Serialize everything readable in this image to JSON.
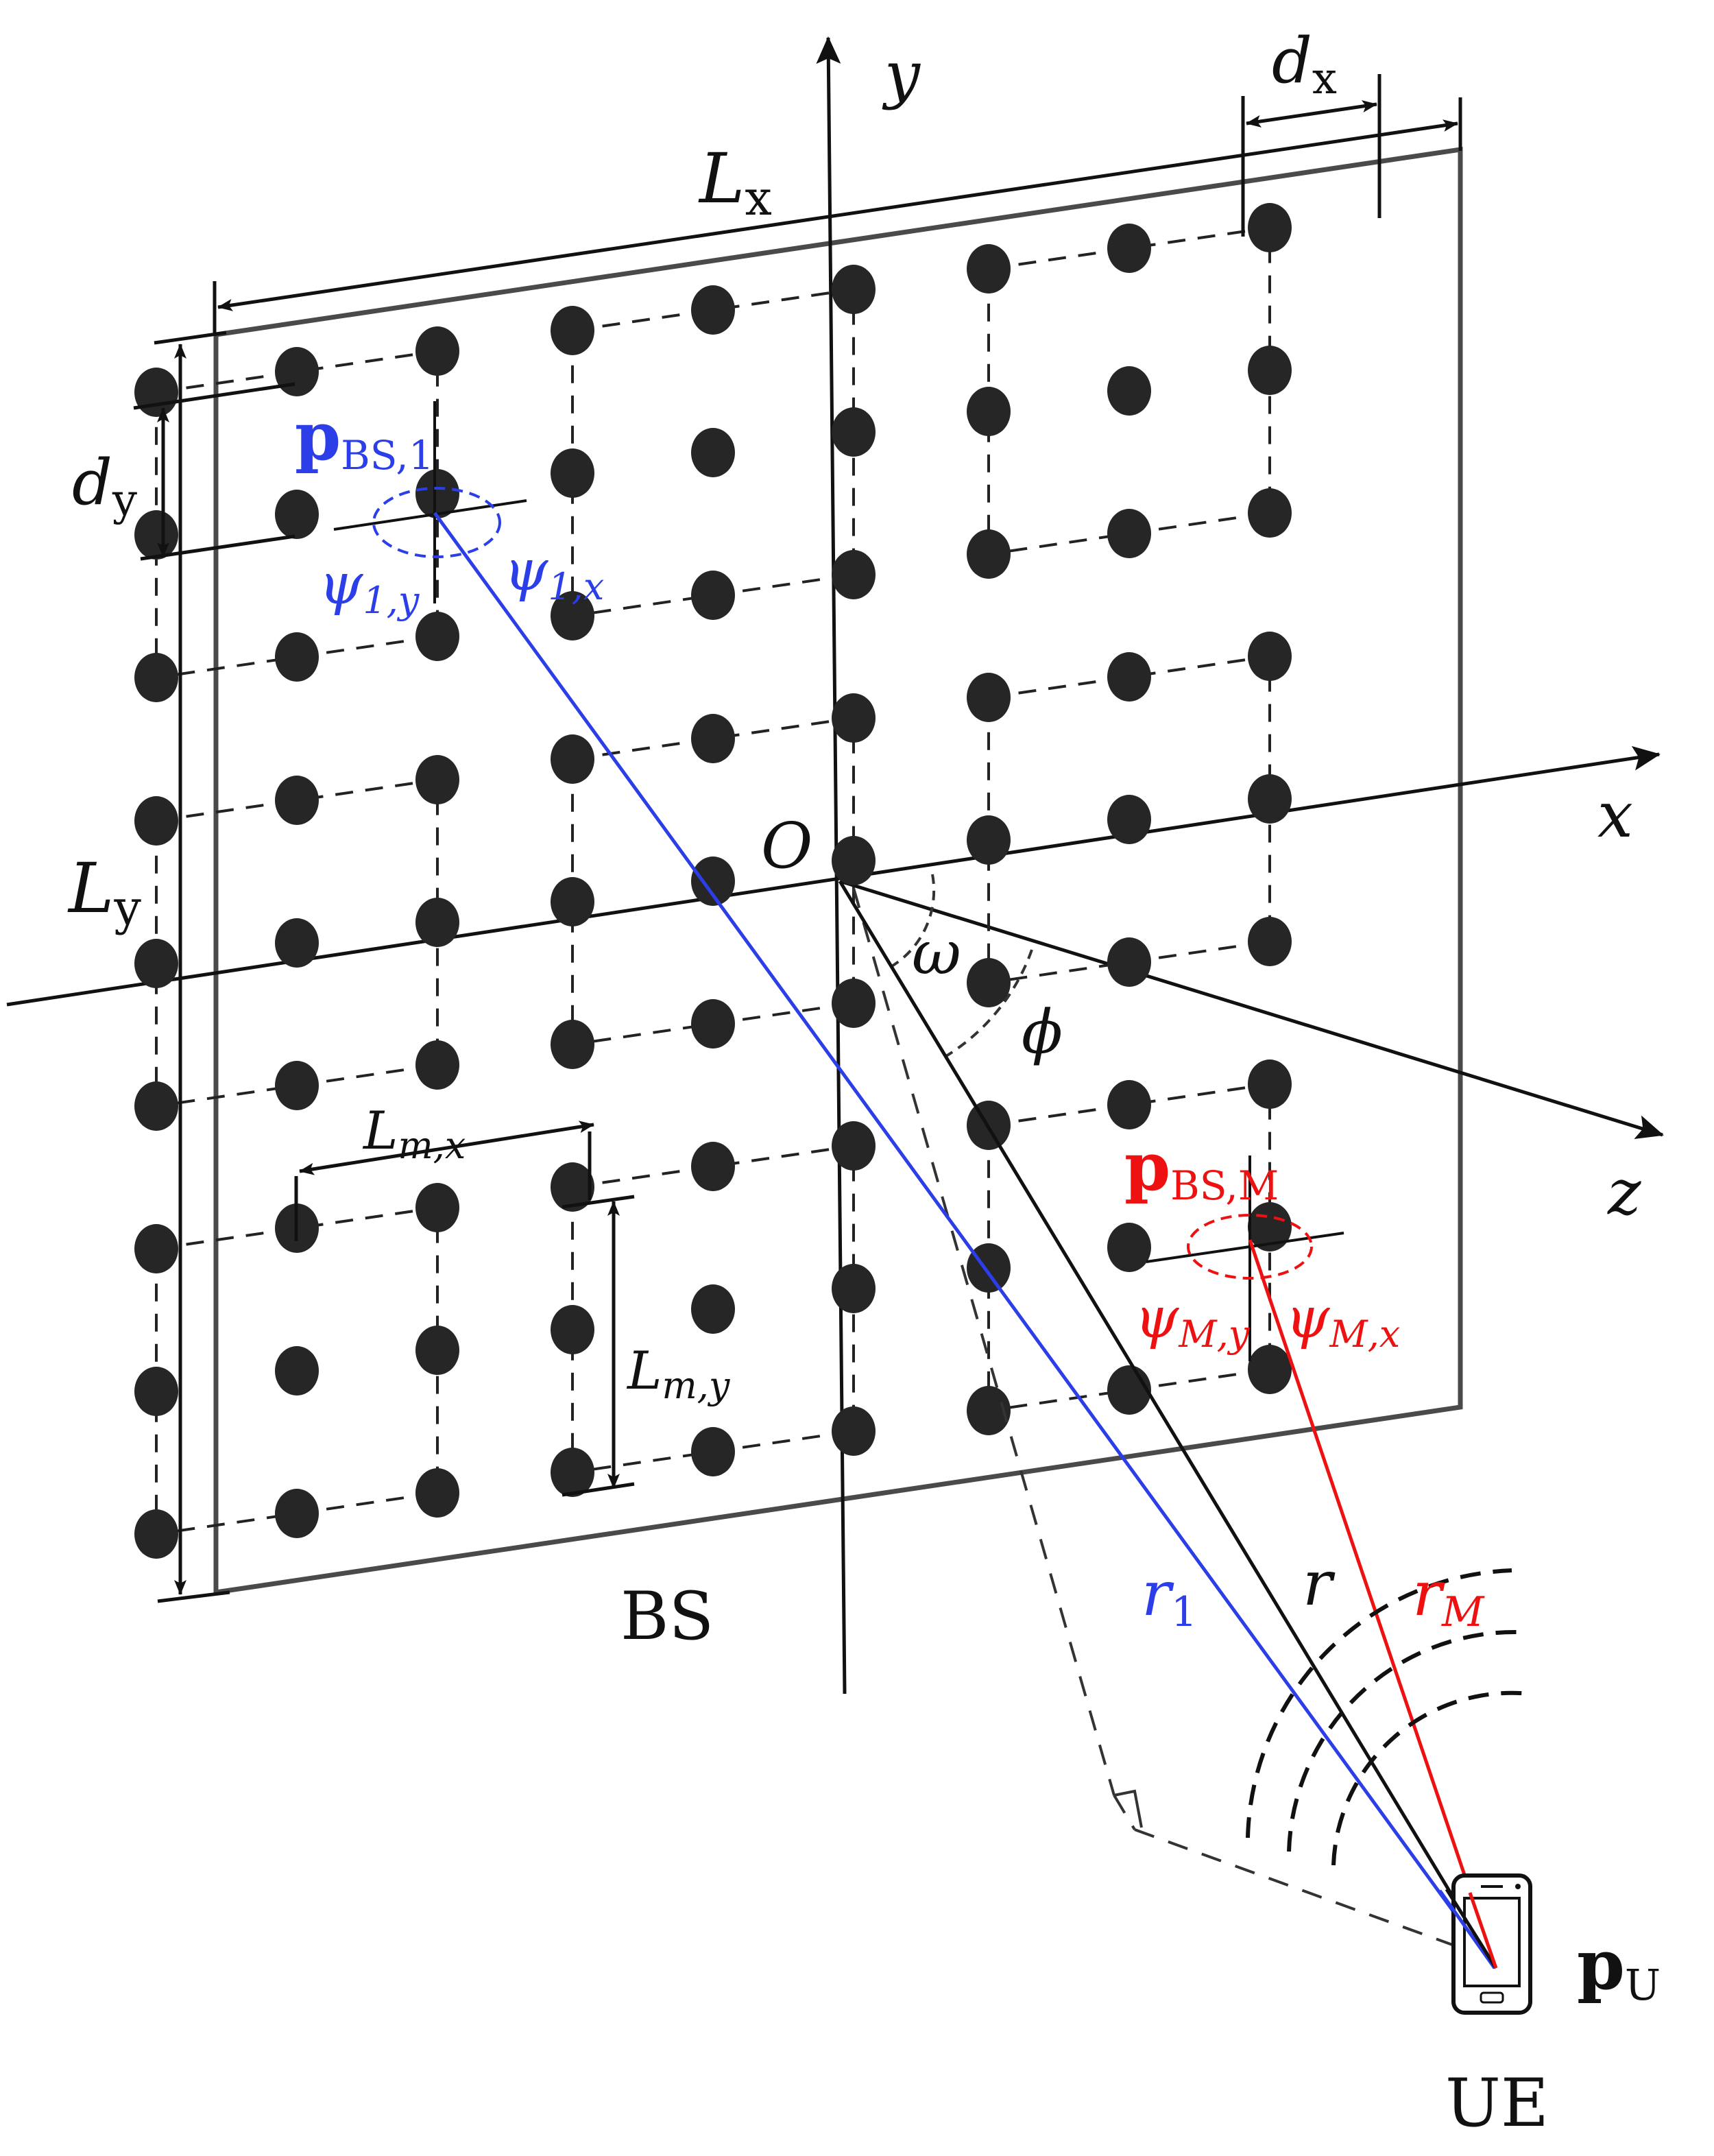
{
  "labels": {
    "y_axis": "y",
    "x_axis": "x",
    "z_axis": "z",
    "origin": "O",
    "Lx_main": "L",
    "Lx_sub": "x",
    "Ly_main": "L",
    "Ly_sub": "y",
    "dx_main": "d",
    "dx_sub": "x",
    "dy_main": "d",
    "dy_sub": "y",
    "Lmx_main": "L",
    "Lmx_sub": "m,x",
    "Lmy_main": "L",
    "Lmy_sub": "m,y",
    "pbs1_main": "p",
    "pbs1_sub": "BS,1",
    "psi1y_main": "ψ",
    "psi1y_sub": "1,y",
    "psi1x_main": "ψ",
    "psi1x_sub": "1,x",
    "pbsM_main": "p",
    "pbsM_sub": "BS,M",
    "psiMy_main": "ψ",
    "psiMy_sub": "M,y",
    "psiMx_main": "ψ",
    "psiMx_sub": "M,x",
    "omega": "ω",
    "phi": "ϕ",
    "r1_main": "r",
    "r1_sub": "1",
    "r": "r",
    "rM_main": "r",
    "rM_sub": "M",
    "BS": "BS",
    "pU_main": "p",
    "pU_sub": "U",
    "UE": "UE"
  },
  "colors": {
    "blue": "#2b3ee8",
    "red": "#ee1111",
    "black": "#111111",
    "dot": "#262626",
    "panel": "#4a4a4a"
  }
}
